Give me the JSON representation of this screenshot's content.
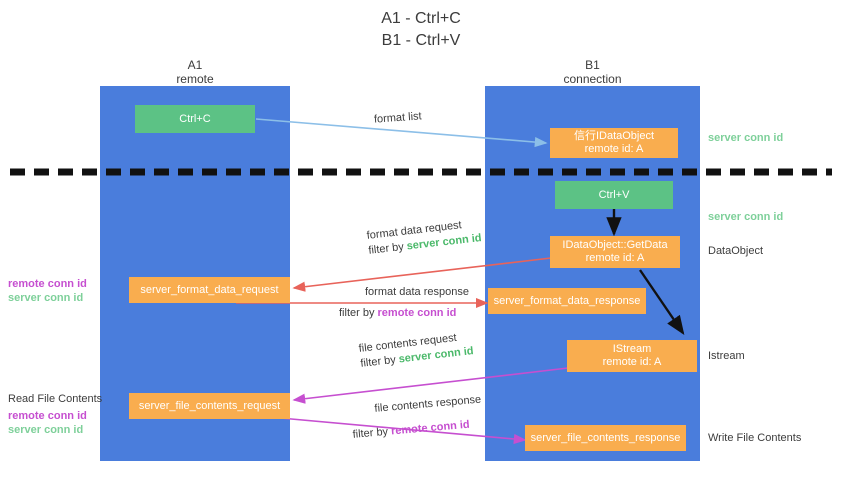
{
  "title": {
    "line1": "A1 - Ctrl+C",
    "line2": "B1 - Ctrl+V"
  },
  "columns": [
    {
      "name": "A1",
      "role": "remote"
    },
    {
      "name": "B1",
      "role": "connection"
    }
  ],
  "nodes": {
    "ctrl_c": {
      "label": "Ctrl+C",
      "color": "#5cc285"
    },
    "ctrl_v": {
      "label": "Ctrl+V",
      "color": "#5cc285"
    },
    "dataobject_recv": {
      "line1": "信行IDataObject",
      "line2": "remote id: A",
      "color": "#f9ad4f"
    },
    "getdata": {
      "line1": "IDataObject::GetData",
      "line2": "remote id: A",
      "color": "#f9ad4f"
    },
    "istream": {
      "line1": "IStream",
      "line2": "remote id: A",
      "color": "#f9ad4f"
    },
    "fmt_req": {
      "line1": "server_format_data_request",
      "color": "#f9ad4f"
    },
    "fmt_resp": {
      "line1": "server_format_data_response",
      "color": "#f9ad4f"
    },
    "file_req": {
      "line1": "server_file_contents_request",
      "color": "#f9ad4f"
    },
    "file_resp": {
      "line1": "server_file_contents_response",
      "color": "#f9ad4f"
    }
  },
  "edges": {
    "format_list": {
      "label": "format list",
      "color": "#8cbfe8"
    },
    "fmt_data_request": {
      "label": "format data request",
      "filter_prefix": "filter by ",
      "filter_value": "server conn id",
      "color": "#e8635a"
    },
    "fmt_data_response": {
      "label": "format data response",
      "filter_prefix": "filter by ",
      "filter_value": "remote conn id",
      "color": "#e8635a"
    },
    "file_contents_request": {
      "label": "file contents request",
      "filter_prefix": "filter by ",
      "filter_value": "server conn id",
      "color": "#c64fd0"
    },
    "file_contents_response": {
      "label": "file contents response",
      "filter_prefix": "filter by ",
      "filter_value": "remote conn id",
      "color": "#c64fd0"
    }
  },
  "annotations": {
    "left_middle": {
      "remote": "remote conn id",
      "server": "server conn id"
    },
    "left_bottom": {
      "heading": "Read File Contents",
      "remote": "remote conn id",
      "server": "server conn id"
    },
    "right_top_1": "server conn id",
    "right_top_2": "server conn id",
    "right_dataobject": "DataObject",
    "right_istream": "Istream",
    "right_write": "Write File Contents"
  },
  "colors": {
    "lane": "#4a7ddc",
    "orange": "#f9ad4f",
    "green": "#5cc285",
    "server_conn": "#4bb96a",
    "remote_conn": "#c64fd0",
    "divider": "#111111",
    "text": "#3c3c3c"
  }
}
